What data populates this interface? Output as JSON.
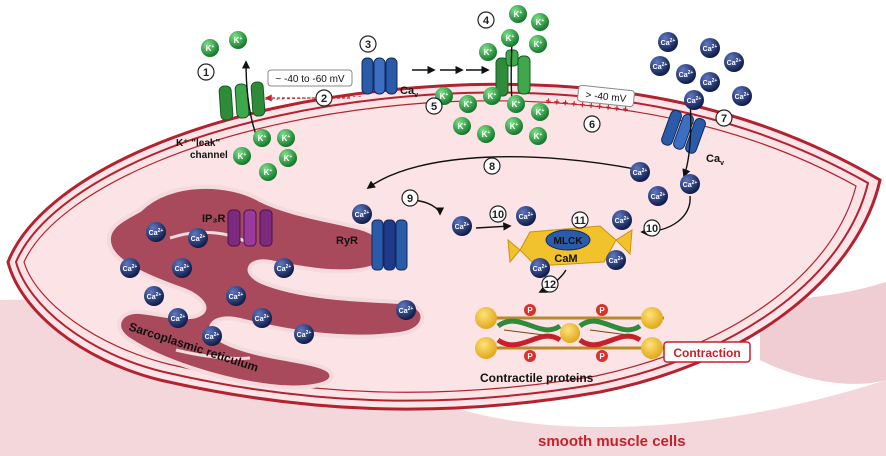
{
  "colors": {
    "cytoplasm": "#fbe3e6",
    "membrane": "#b3222f",
    "outer_tissue": "#f5d4d9",
    "sr_fill": "#a94a5c",
    "k_ion": "#1f9a3a",
    "ca_ion": "#1c2f6b",
    "k_channel": "#2e8b3a",
    "cav_channel": "#2a5ba8",
    "ip3r": "#7b2a7e",
    "ryr": "#1f3a8a",
    "mlck": "#f2c22c",
    "contraction": "#c8202a"
  },
  "ions": {
    "k": {
      "base": "K",
      "sup": "+"
    },
    "ca": {
      "base": "Ca",
      "sup": "2+"
    }
  },
  "labels": {
    "k_leak_line1": "K⁺ \"leak\"",
    "k_leak_line2": "channel",
    "cav_top": "Ca",
    "cav_right": "Ca",
    "cav_sub": "v",
    "voltage_1": "~ -40 to -60 mV",
    "voltage_2": "> -40 mV",
    "ip3r": "IP₃R",
    "ryr": "RyR",
    "mlck": "MLCK",
    "cam": "CaM",
    "sarcoplasmic": "Sarcoplasmic reticulum",
    "contractile": "Contractile proteins",
    "contraction": "Contraction",
    "cell_type": "smooth muscle cells",
    "phospho": "P",
    "minus_marks": "- - - - - - - - - - - - - - - - - -",
    "plus_marks": "+ + + + + + + + + +"
  },
  "steps": [
    "1",
    "2",
    "3",
    "4",
    "5",
    "6",
    "7",
    "8",
    "9",
    "10",
    "10",
    "11",
    "12"
  ]
}
